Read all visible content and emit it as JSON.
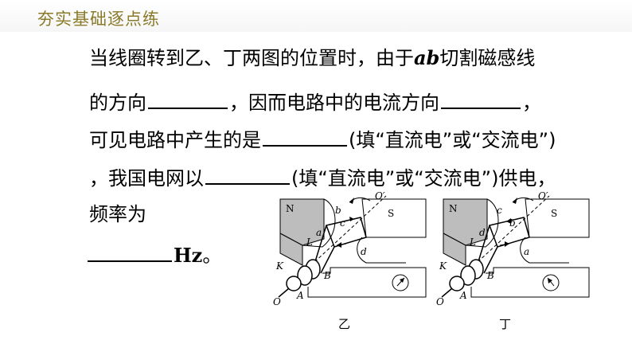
{
  "header": {
    "title": "夯实基础逐点练"
  },
  "text": {
    "l1a": "当线圈转到乙、丁两图的位置时，由于",
    "l1b": "ab",
    "l1c": "切割磁感线",
    "l2a": "的方向",
    "l2b": "，因而电路中的电流方向",
    "l2c": "，",
    "l3a": "可见电路中产生的是",
    "l3b": "(填“直流电”或“交流电”)",
    "l4a": "，我国电网以",
    "l4b": "(填“直流电”或“交流电”)供电，",
    "l5": "频率为",
    "l6": "Hz",
    "l6b": "。"
  },
  "figures": {
    "left": {
      "caption": "乙",
      "labels": {
        "N": "N",
        "S": "S",
        "b": "b",
        "a": "a",
        "c": "c",
        "d": "d",
        "L": "L",
        "K": "K",
        "B": "B",
        "A": "A",
        "O": "O",
        "O2": "O′"
      }
    },
    "right": {
      "caption": "丁",
      "labels": {
        "N": "N",
        "S": "S",
        "b": "b",
        "a": "a",
        "c": "c",
        "d": "d",
        "L": "L",
        "K": "K",
        "B": "B",
        "A": "A",
        "O": "O",
        "O2": "O′"
      }
    }
  }
}
